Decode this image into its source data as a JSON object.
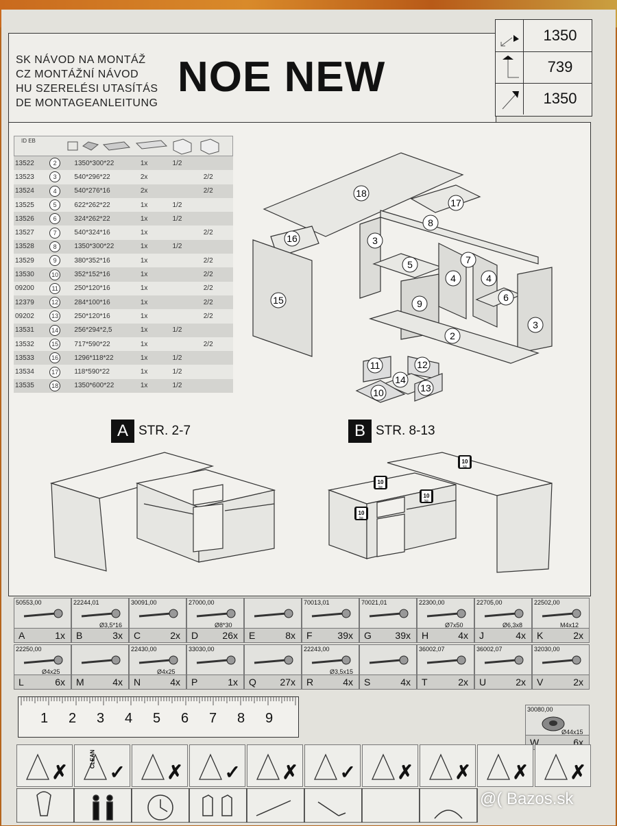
{
  "header": {
    "languages": [
      "SK NÁVOD NA MONTÁŽ",
      "CZ MONTÁŽNÍ NÁVOD",
      "HU SZERELÉSI UTASÍTÁS",
      "DE MONTAGEANLEITUNG"
    ],
    "title": "NOE NEW"
  },
  "dimensions": {
    "width": "1350",
    "height": "739",
    "depth": "1350"
  },
  "parts_table": {
    "header_label": "ID EB",
    "rows": [
      {
        "id": "13522",
        "num": "2",
        "size": "1350*300*22",
        "qty": "1x",
        "box1": "1/2",
        "box2": ""
      },
      {
        "id": "13523",
        "num": "3",
        "size": "540*296*22",
        "qty": "2x",
        "box1": "",
        "box2": "2/2"
      },
      {
        "id": "13524",
        "num": "4",
        "size": "540*276*16",
        "qty": "2x",
        "box1": "",
        "box2": "2/2"
      },
      {
        "id": "13525",
        "num": "5",
        "size": "622*262*22",
        "qty": "1x",
        "box1": "1/2",
        "box2": ""
      },
      {
        "id": "13526",
        "num": "6",
        "size": "324*262*22",
        "qty": "1x",
        "box1": "1/2",
        "box2": ""
      },
      {
        "id": "13527",
        "num": "7",
        "size": "540*324*16",
        "qty": "1x",
        "box1": "",
        "box2": "2/2"
      },
      {
        "id": "13528",
        "num": "8",
        "size": "1350*300*22",
        "qty": "1x",
        "box1": "1/2",
        "box2": ""
      },
      {
        "id": "13529",
        "num": "9",
        "size": "380*352*16",
        "qty": "1x",
        "box1": "",
        "box2": "2/2"
      },
      {
        "id": "13530",
        "num": "10",
        "size": "352*152*16",
        "qty": "1x",
        "box1": "",
        "box2": "2/2"
      },
      {
        "id": "09200",
        "num": "11",
        "size": "250*120*16",
        "qty": "1x",
        "box1": "",
        "box2": "2/2"
      },
      {
        "id": "12379",
        "num": "12",
        "size": "284*100*16",
        "qty": "1x",
        "box1": "",
        "box2": "2/2"
      },
      {
        "id": "09202",
        "num": "13",
        "size": "250*120*16",
        "qty": "1x",
        "box1": "",
        "box2": "2/2"
      },
      {
        "id": "13531",
        "num": "14",
        "size": "256*294*2,5",
        "qty": "1x",
        "box1": "1/2",
        "box2": ""
      },
      {
        "id": "13532",
        "num": "15",
        "size": "717*590*22",
        "qty": "1x",
        "box1": "",
        "box2": "2/2"
      },
      {
        "id": "13533",
        "num": "16",
        "size": "1296*118*22",
        "qty": "1x",
        "box1": "1/2",
        "box2": ""
      },
      {
        "id": "13534",
        "num": "17",
        "size": "118*590*22",
        "qty": "1x",
        "box1": "1/2",
        "box2": ""
      },
      {
        "id": "13535",
        "num": "18",
        "size": "1350*600*22",
        "qty": "1x",
        "box1": "1/2",
        "box2": ""
      }
    ]
  },
  "exploded_labels": [
    "18",
    "17",
    "16",
    "8",
    "3",
    "5",
    "7",
    "4",
    "4",
    "6",
    "15",
    "9",
    "3",
    "2",
    "11",
    "12",
    "14",
    "13",
    "10"
  ],
  "variants": {
    "a_letter": "A",
    "a_pages": "STR. 2-7",
    "b_letter": "B",
    "b_pages": "STR. 8-13",
    "weight_label": "10",
    "weight_unit": "kg"
  },
  "hardware_row1": [
    {
      "code": "50553,00",
      "size": "",
      "letter": "A",
      "count": "1x"
    },
    {
      "code": "22244,01",
      "size": "Ø3,5*16",
      "letter": "B",
      "count": "3x"
    },
    {
      "code": "30091,00",
      "size": "",
      "letter": "C",
      "count": "2x"
    },
    {
      "code": "27000,00",
      "size": "Ø8*30",
      "letter": "D",
      "count": "26x"
    },
    {
      "code": "",
      "size": "",
      "letter": "E",
      "count": "8x"
    },
    {
      "code": "70013,01",
      "size": "",
      "letter": "F",
      "count": "39x"
    },
    {
      "code": "70021,01",
      "size": "",
      "letter": "G",
      "count": "39x"
    },
    {
      "code": "22300,00",
      "size": "Ø7x50",
      "letter": "H",
      "count": "4x"
    },
    {
      "code": "22705,00",
      "size": "Ø6,3x8",
      "letter": "J",
      "count": "4x"
    },
    {
      "code": "22502,00",
      "size": "M4x12",
      "letter": "K",
      "count": "2x"
    }
  ],
  "hardware_row2": [
    {
      "code": "22250,00",
      "size": "Ø4x25",
      "letter": "L",
      "count": "6x"
    },
    {
      "code": "",
      "size": "",
      "letter": "M",
      "count": "4x"
    },
    {
      "code": "22430,00",
      "size": "Ø4x25",
      "letter": "N",
      "count": "4x"
    },
    {
      "code": "33030,00",
      "size": "",
      "letter": "P",
      "count": "1x"
    },
    {
      "code": "",
      "size": "",
      "letter": "Q",
      "count": "27x"
    },
    {
      "code": "22243,00",
      "size": "Ø3,5x15",
      "letter": "R",
      "count": "4x"
    },
    {
      "code": "",
      "size": "",
      "letter": "S",
      "count": "4x"
    },
    {
      "code": "36002,07",
      "size": "",
      "letter": "T",
      "count": "2x"
    },
    {
      "code": "36002,07",
      "size": "",
      "letter": "U",
      "count": "2x"
    },
    {
      "code": "32030,00",
      "size": "",
      "letter": "V",
      "count": "2x"
    }
  ],
  "ruler_numbers": [
    "1",
    "2",
    "3",
    "4",
    "5",
    "6",
    "7",
    "8",
    "9"
  ],
  "hardware_w": {
    "code": "30080,00",
    "size": "Ø44x15",
    "letter": "W",
    "count": "6x"
  },
  "instruction_icons": [
    {
      "name": "no-solvent",
      "mark": "✗"
    },
    {
      "name": "clean-ok",
      "mark": "✓",
      "text": "CLEAN"
    },
    {
      "name": "no-wet-cloth",
      "mark": "✗"
    },
    {
      "name": "dry-cloth-ok",
      "mark": "✓"
    },
    {
      "name": "no-assemble-standing",
      "mark": "✗"
    },
    {
      "name": "assemble-lying-ok",
      "mark": "✓"
    },
    {
      "name": "no-single-person",
      "mark": "✗"
    },
    {
      "name": "no-lean-person",
      "mark": "✗"
    },
    {
      "name": "no-child",
      "mark": "✗"
    },
    {
      "name": "no-overload",
      "mark": "✗"
    }
  ],
  "watermark": "@( Bazos.sk",
  "colors": {
    "ink": "#111111",
    "paper": "#ecebe6",
    "table_shade": "#d4d4d0"
  }
}
